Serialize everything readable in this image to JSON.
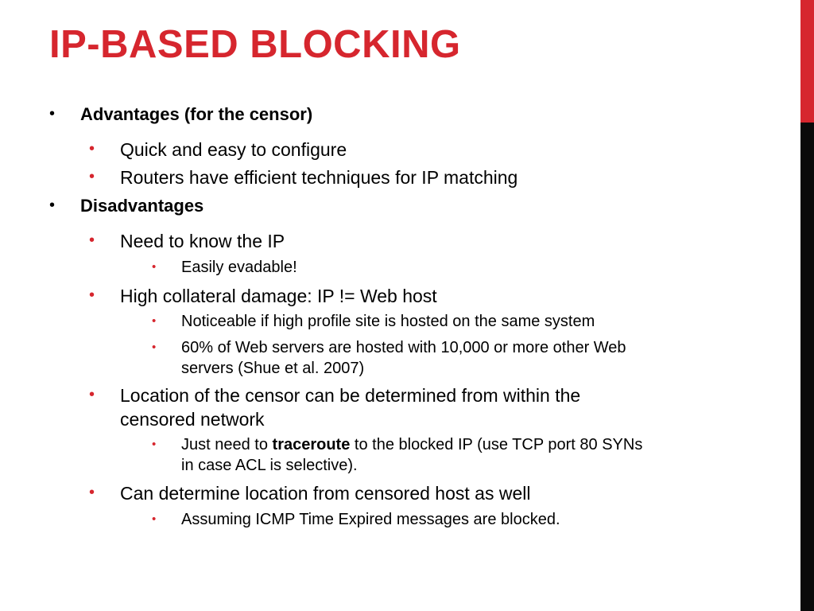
{
  "slide": {
    "title": "IP-Based Blocking",
    "accent_color": "#d6262e",
    "bullet_glyph": "•",
    "items": {
      "advantages": "Advantages (for the censor)",
      "quick": "Quick and easy to configure",
      "routers": "Routers have efficient techniques for IP matching",
      "disadvantages": "Disadvantages",
      "need_ip": "Need to know the IP",
      "evadable": "Easily evadable!",
      "collateral": "High collateral damage: IP != Web host",
      "noticeable": "Noticeable if high profile site is hosted on the same system",
      "sixty_line1": "60% of Web servers are hosted with 10,000 or more other Web",
      "sixty_line2": "servers (Shue et al. 2007)",
      "location_line1": "Location of the censor can be determined from within the",
      "location_line2": "censored network",
      "traceroute_pre": "Just need to ",
      "traceroute_bold": "traceroute",
      "traceroute_post": " to the blocked IP (use TCP port 80 SYNs",
      "traceroute_line2": "in case ACL is selective).",
      "censored_host": "Can determine location from censored host as well",
      "icmp": "Assuming ICMP Time Expired messages are blocked."
    }
  }
}
